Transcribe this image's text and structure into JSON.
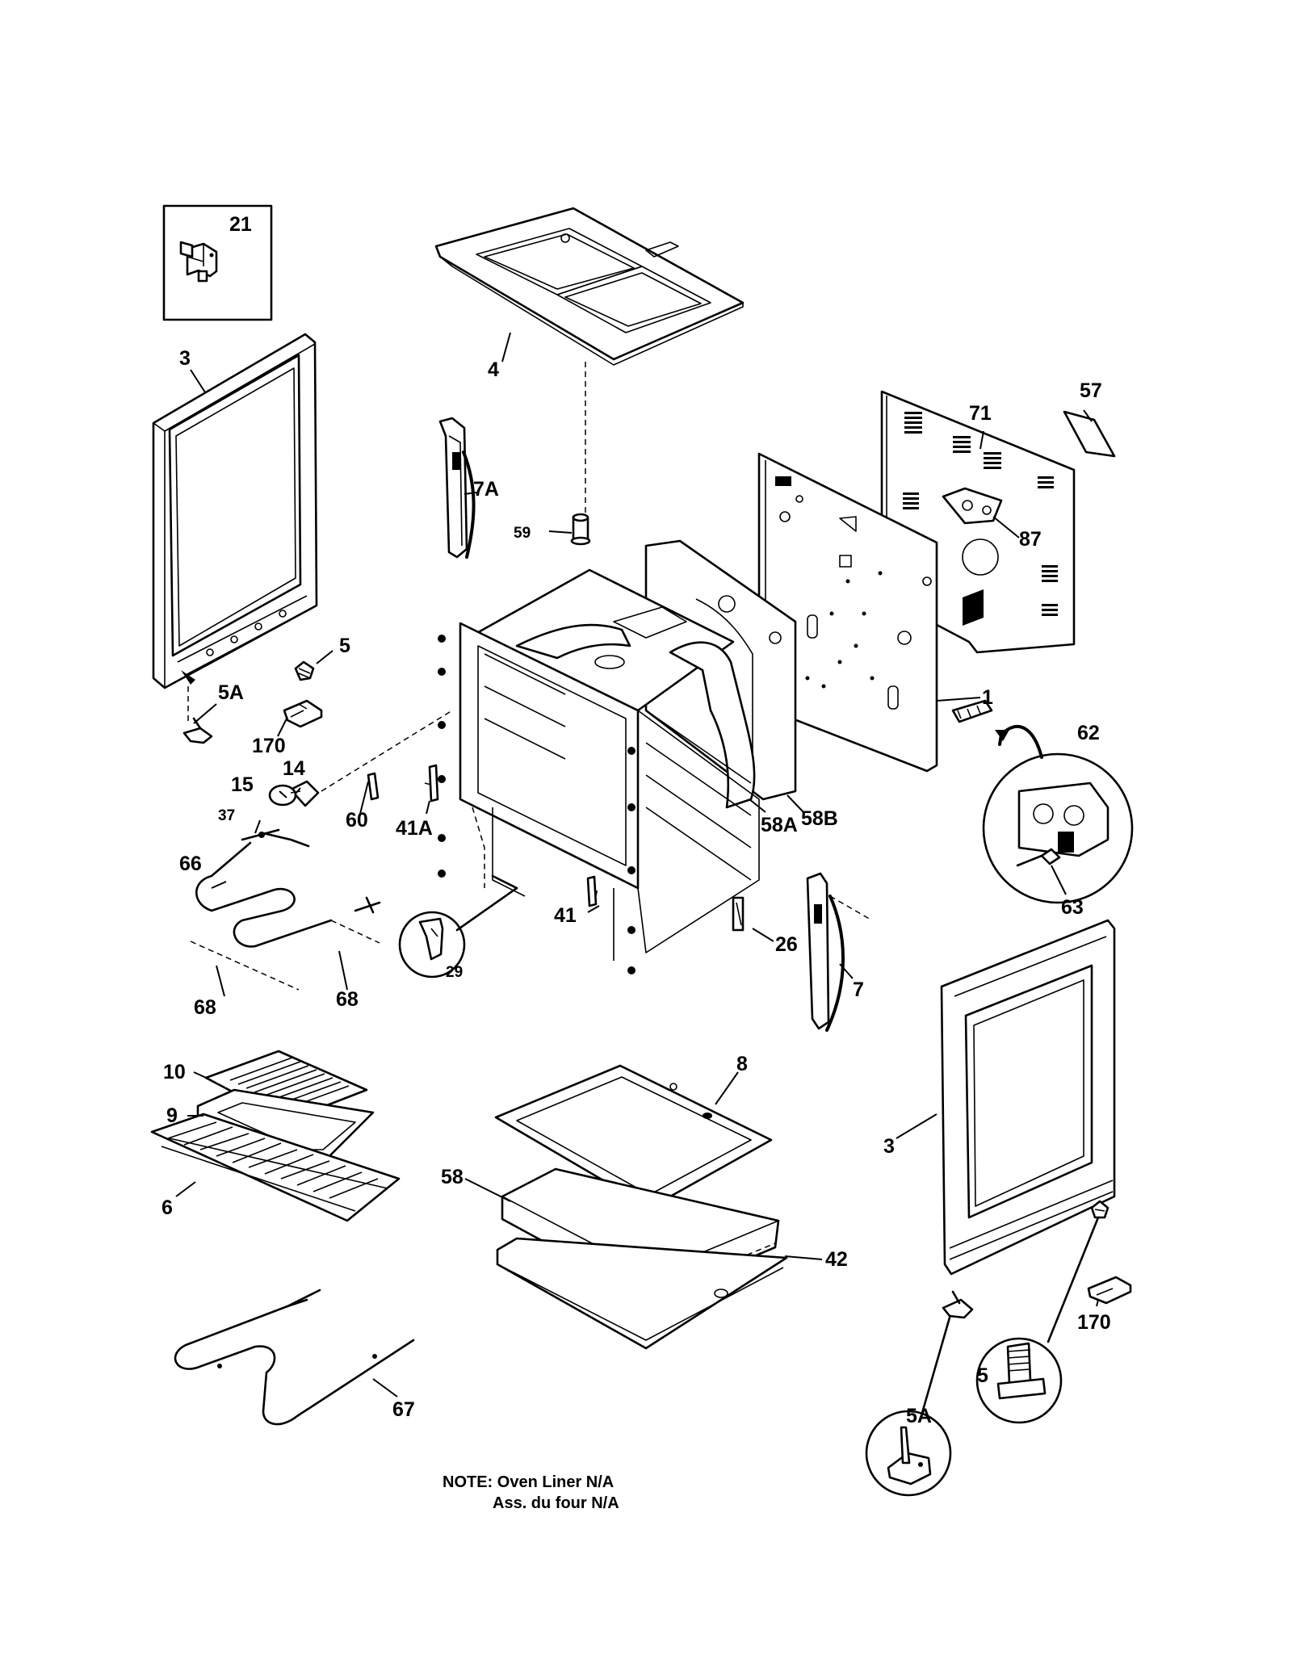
{
  "diagram": {
    "part_labels": {
      "p21": "21",
      "p3_left": "3",
      "p4": "4",
      "p57": "57",
      "p71": "71",
      "p7A": "7A",
      "p59": "59",
      "p87": "87",
      "p5_left": "5",
      "p5A_left": "5A",
      "p1": "1",
      "p170_left": "170",
      "p14": "14",
      "p15": "15",
      "p62": "62",
      "p60": "60",
      "p41A": "41A",
      "p58A": "58A",
      "p58B": "58B",
      "p37": "37",
      "p66": "66",
      "p63": "63",
      "p41": "41",
      "p26": "26",
      "p7": "7",
      "p29": "29",
      "p68_a": "68",
      "p68_b": "68",
      "p10": "10",
      "p8": "8",
      "p9": "9",
      "p3_right": "3",
      "p6": "6",
      "p58": "58",
      "p42": "42",
      "p170_right": "170",
      "p5_right": "5",
      "p67": "67",
      "p5A_right": "5A"
    },
    "note_line1": "NOTE: Oven Liner N/A",
    "note_line2": "Ass. du four N/A"
  }
}
